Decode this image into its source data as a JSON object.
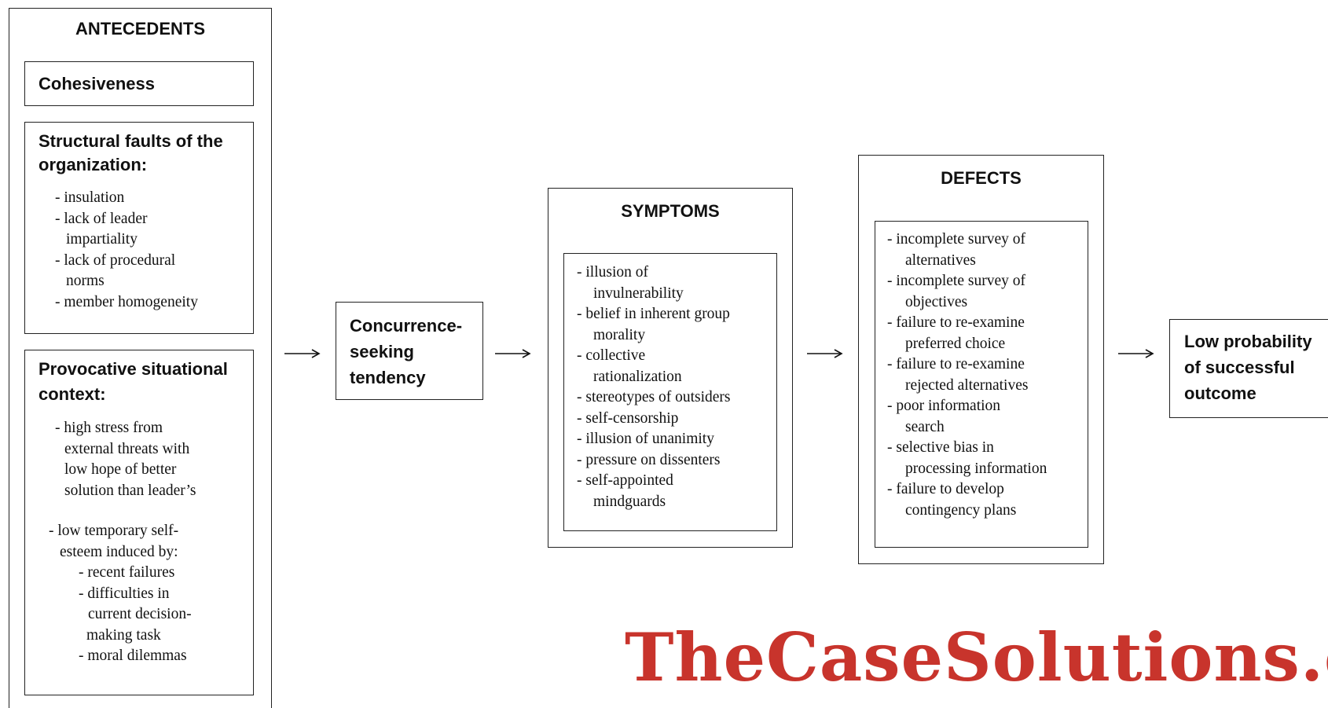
{
  "antecedents": {
    "title": "ANTECEDENTS",
    "cohesiveness": "Cohesiveness",
    "structural": {
      "title_l1": "Structural faults of the",
      "title_l2": "organization:",
      "items": [
        "- insulation",
        "- lack of leader",
        "impartiality",
        "- lack of procedural",
        "norms",
        "- member homogeneity"
      ]
    },
    "provocative": {
      "title_l1": "Provocative situational",
      "title_l2": "context:",
      "stress": [
        "- high stress from",
        "external threats with",
        "low hope of better",
        "solution than leader’s"
      ],
      "esteem": [
        "- low temporary self-",
        "esteem induced by:"
      ],
      "sub": [
        "- recent failures",
        "- difficulties in",
        "current decision-",
        "making task",
        "- moral dilemmas"
      ]
    }
  },
  "concurrence": {
    "l1": "Concurrence-",
    "l2": "seeking",
    "l3": "tendency"
  },
  "symptoms": {
    "title": "SYMPTOMS",
    "lines": [
      "- illusion of",
      "invulnerability",
      "- belief in inherent group",
      "morality",
      "- collective",
      "rationalization",
      "- stereotypes of outsiders",
      "- self-censorship",
      "- illusion of unanimity",
      "- pressure on dissenters",
      "- self-appointed",
      "mindguards"
    ]
  },
  "defects": {
    "title": "DEFECTS",
    "lines": [
      "- incomplete survey of",
      "alternatives",
      "- incomplete survey of",
      "objectives",
      "- failure to re-examine",
      "preferred choice",
      "- failure to re-examine",
      "rejected alternatives",
      "- poor information",
      "search",
      "- selective bias in",
      "processing information",
      "- failure to develop",
      "contingency plans"
    ]
  },
  "outcome": {
    "l1": "Low probability",
    "l2": "of successful",
    "l3": "outcome"
  },
  "watermark": "TheCaseSolutions.com"
}
